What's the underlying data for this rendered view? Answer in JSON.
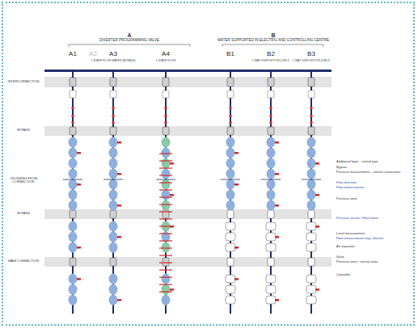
{
  "diagram": {
    "labels": [
      "A",
      "DIVERTER PROGRAMMING VALVE",
      "B",
      "WATER SUPPORTED IN ELECTRIC AND CONTROLLING CENTRE",
      "A1",
      "A2",
      "A3",
      "A4",
      "B1",
      "B2",
      "B3",
      "1 STATE FLOW WATER (BYPASS)",
      "1 STATE FLOW",
      "1 WAY DISPOSITION (ONLY)",
      "1 WAY DISPOSITION (ONLY)",
      "INTERCONNECTION",
      "BYPASS",
      "CROSSING FROM CONNECTION",
      "BYPASS",
      "MAIN CONNECTION",
      "Additional layer - control pipe",
      "Bypass",
      "Pressure measurement - control connections",
      "Flow direction",
      "Flow measurement",
      "Pressure zone",
      "Pressure sensor / Flow meter",
      "Level measurement",
      "Flow measurement ring / diverter",
      "Air separator",
      "Valve",
      "Pressure zone / control valve",
      "Controller"
    ]
  }
}
